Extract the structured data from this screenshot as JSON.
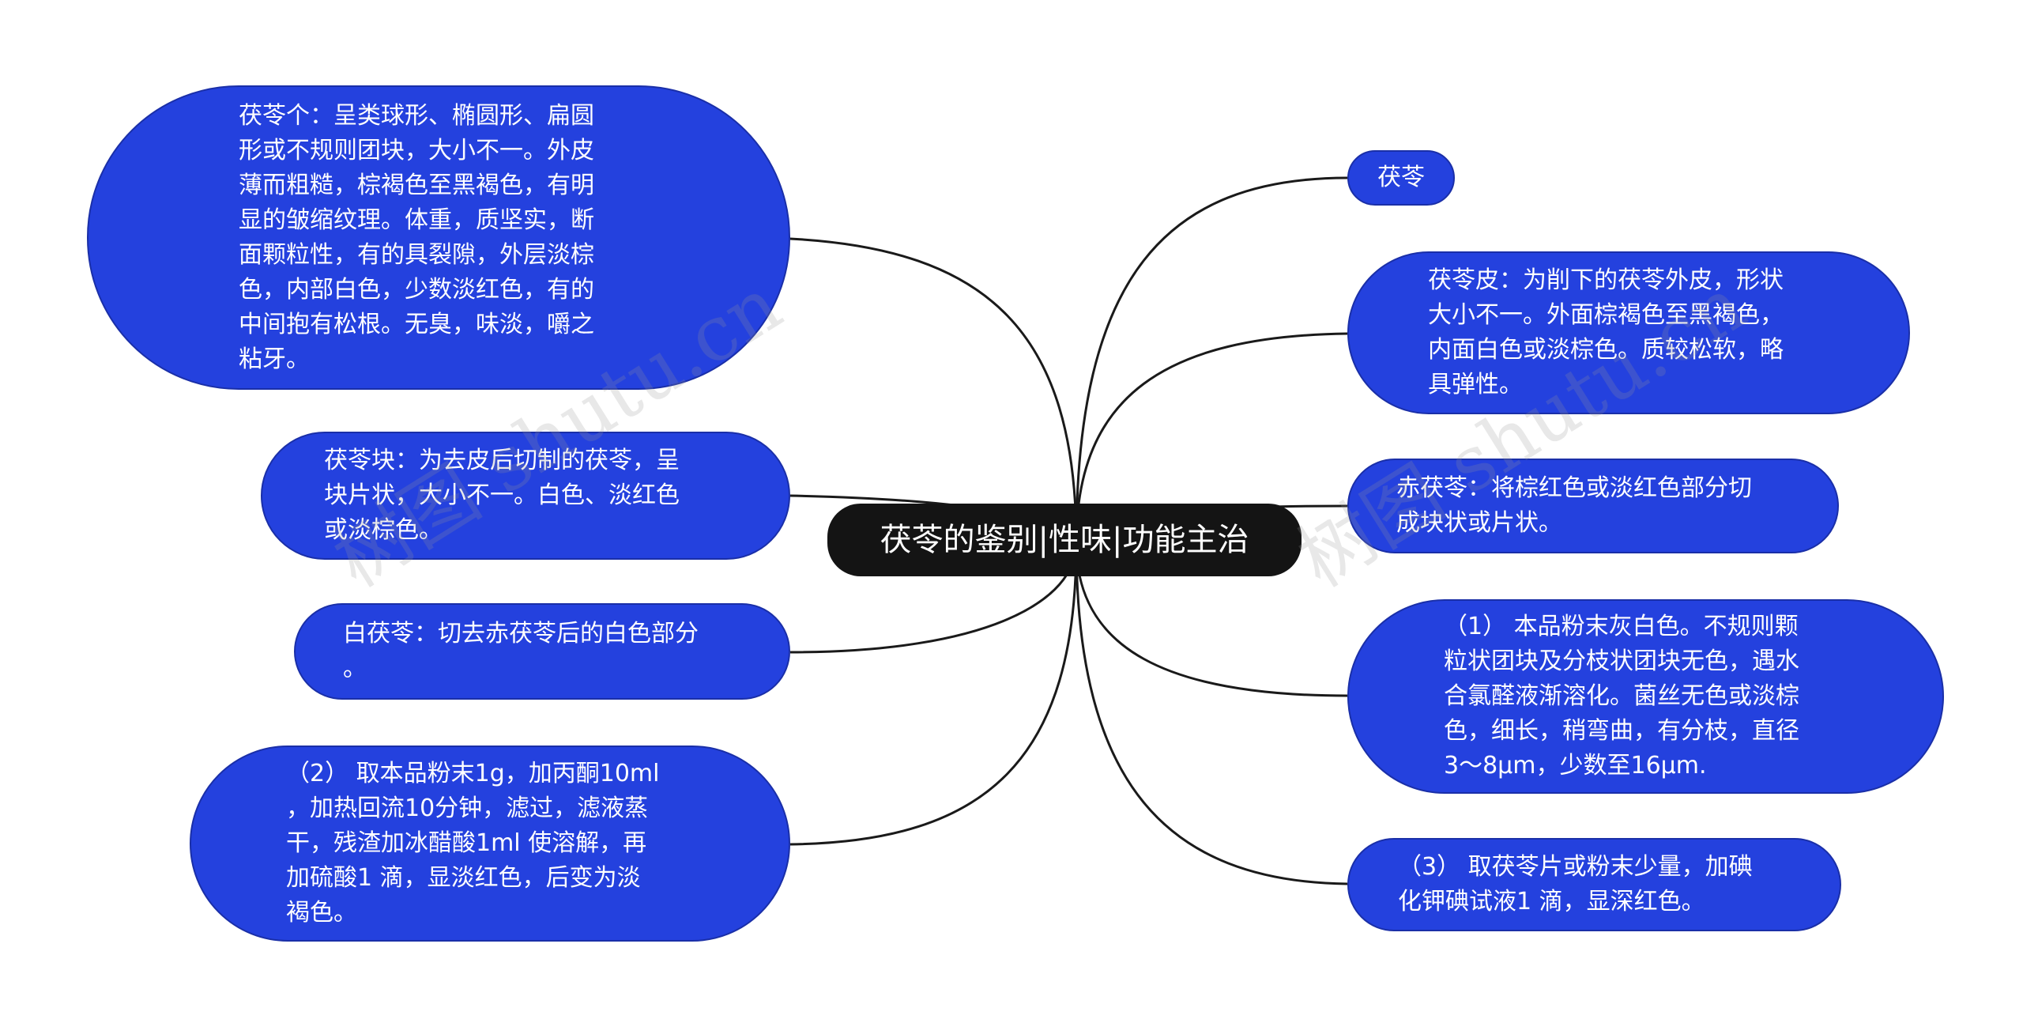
{
  "center": {
    "label": "茯苓的鉴别|性味|功能主治"
  },
  "left_nodes": [
    {
      "id": "fuling-ge",
      "text": "茯苓个：呈类球形、椭圆形、扁圆\n形或不规则团块，大小不一。外皮\n薄而粗糙，棕褐色至黑褐色，有明\n显的皱缩纹理。体重，质坚实，断\n面颗粒性，有的具裂隙，外层淡棕\n色，内部白色，少数淡红色，有的\n中间抱有松根。无臭，味淡，嚼之\n粘牙。"
    },
    {
      "id": "fuling-kuai",
      "text": "茯苓块：为去皮后切制的茯苓，呈\n块片状，大小不一。白色、淡红色\n或淡棕色。"
    },
    {
      "id": "bai-fuling",
      "text": "白茯苓：切去赤茯苓后的白色部分\n。"
    },
    {
      "id": "test-2",
      "text": "（2） 取本品粉末1g，加丙酮10ml\n，加热回流10分钟，滤过，滤液蒸\n干，残渣加冰醋酸1ml 使溶解，再\n加硫酸1 滴，显淡红色，后变为淡\n褐色。"
    }
  ],
  "right_nodes": [
    {
      "id": "fuling",
      "text": "茯苓"
    },
    {
      "id": "fuling-pi",
      "text": "茯苓皮：为削下的茯苓外皮，形状\n大小不一。外面棕褐色至黑褐色，\n内面白色或淡棕色。质较松软，略\n具弹性。"
    },
    {
      "id": "chi-fuling",
      "text": "赤茯苓：将棕红色或淡红色部分切\n成块状或片状。"
    },
    {
      "id": "test-1",
      "text": "（1） 本品粉末灰白色。不规则颗\n粒状团块及分枝状团块无色，遇水\n合氯醛液渐溶化。菌丝无色或淡棕\n色，细长，稍弯曲，有分枝，直径\n3～8μm，少数至16μm."
    },
    {
      "id": "test-3",
      "text": "（3） 取茯苓片或粉末少量，加碘\n化钾碘试液1 滴，显深红色。"
    }
  ],
  "watermarks": [
    "树图 shutu.cn",
    "树图 shutu.cn"
  ],
  "colors": {
    "node_fill": "#2441de",
    "center_fill": "#141414",
    "connector": "#1a1a1a"
  }
}
